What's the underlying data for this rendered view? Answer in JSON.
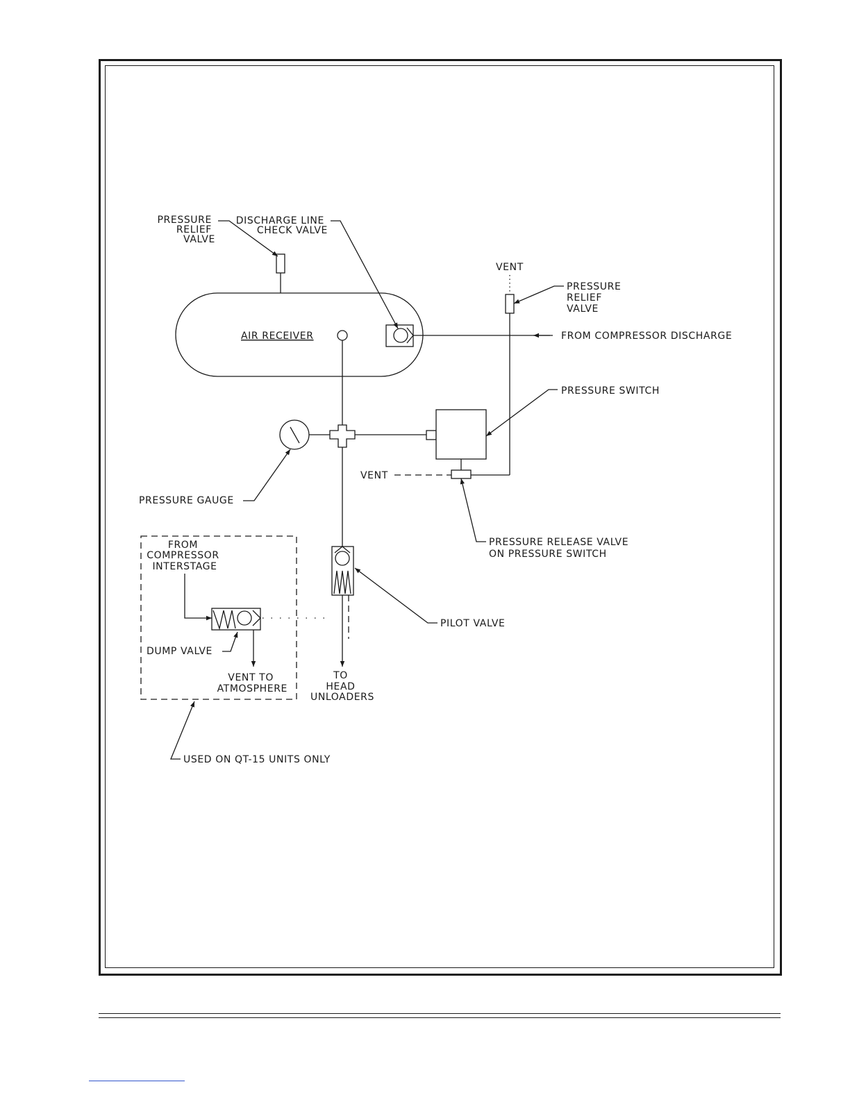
{
  "diagram": {
    "labels": {
      "pressure_relief_valve_top": [
        "PRESSURE",
        "RELIEF",
        "VALVE"
      ],
      "discharge_check_valve": [
        "DISCHARGE LINE",
        "CHECK VALVE"
      ],
      "vent_top": "VENT",
      "pressure_relief_valve_right": [
        "PRESSURE",
        "RELIEF",
        "VALVE"
      ],
      "air_receiver": "AIR RECEIVER",
      "from_compressor_discharge": "FROM COMPRESSOR DISCHARGE",
      "pressure_switch": "PRESSURE SWITCH",
      "vent_switch": "VENT",
      "pressure_gauge": "PRESSURE GAUGE",
      "pressure_release_valve": [
        "PRESSURE RELEASE VALVE",
        "ON PRESSURE SWITCH"
      ],
      "from_compressor_interstage": [
        "FROM",
        "COMPRESSOR",
        "INTERSTAGE"
      ],
      "dump_valve": "DUMP VALVE",
      "vent_to_atmosphere": [
        "VENT TO",
        "ATMOSPHERE"
      ],
      "to_head_unloaders": [
        "TO",
        "HEAD",
        "UNLOADERS"
      ],
      "pilot_valve": "PILOT VALVE",
      "used_on_units": "USED ON QT-15 UNITS ONLY"
    }
  }
}
